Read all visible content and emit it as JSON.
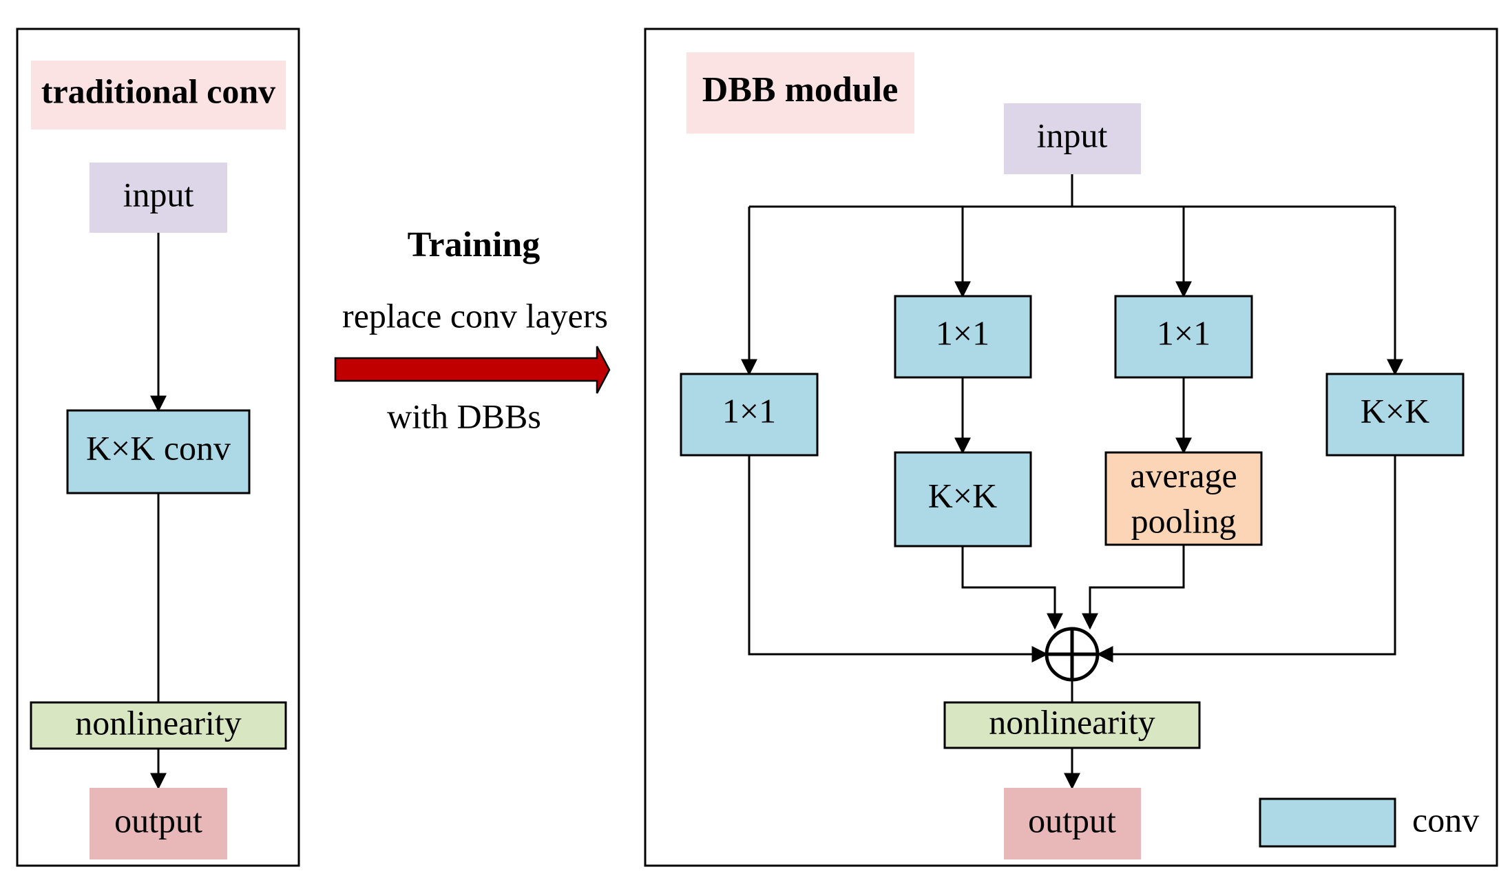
{
  "colors": {
    "title_bg": "#fbe3e3",
    "input_bg": "#dcd6e8",
    "conv_bg": "#add8e6",
    "nonlinearity_bg": "#d8e6c2",
    "output_bg": "#e8b8b8",
    "pooling_bg": "#fbd5b5",
    "arrow_red": "#c00000"
  },
  "left_panel": {
    "title": "traditional conv",
    "input": "input",
    "conv": "K×K conv",
    "nonlinearity": "nonlinearity",
    "output": "output"
  },
  "middle": {
    "heading": "Training",
    "line1": "replace conv layers",
    "line2": "with DBBs"
  },
  "right_panel": {
    "title": "DBB module",
    "input": "input",
    "branch1": "1×1",
    "branch2_top": "1×1",
    "branch2_bottom": "K×K",
    "branch3_top": "1×1",
    "branch3_bottom_line1": "average",
    "branch3_bottom_line2": "pooling",
    "branch4": "K×K",
    "nonlinearity": "nonlinearity",
    "output": "output"
  },
  "legend": {
    "label": "conv"
  }
}
